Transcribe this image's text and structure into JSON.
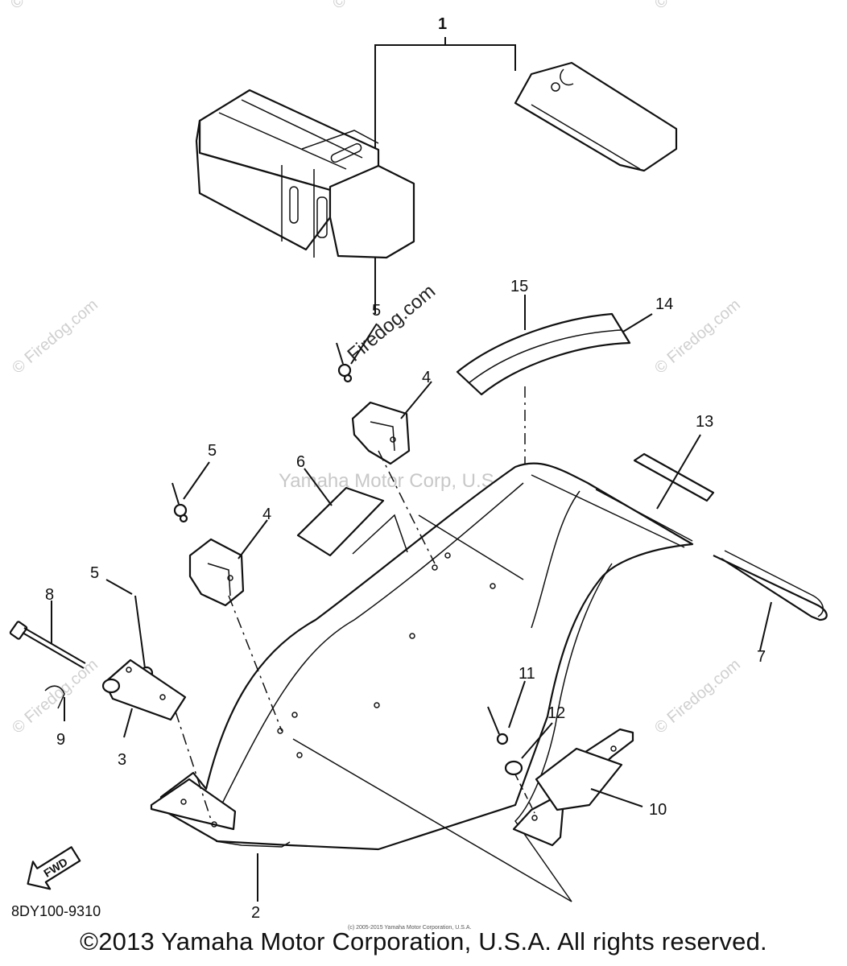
{
  "diagram": {
    "code": "8DY100-9310",
    "fwd_label": "FWD",
    "copyright": "©2013 Yamaha Motor Corporation, U.S.A. All rights reserved.",
    "mini_copyright": "(c) 2005-2015 Yamaha Motor Corporation, U.S.A.",
    "watermark_center": "Yamaha Motor Corp, U.S.A",
    "watermark_firedog": "© Firedog.com",
    "watermark_firedog_short": "Firedog.com",
    "callouts": [
      "1",
      "2",
      "3",
      "4",
      "4",
      "5",
      "5",
      "5",
      "6",
      "7",
      "8",
      "9",
      "10",
      "11",
      "12",
      "13",
      "14",
      "15"
    ]
  },
  "colors": {
    "line": "#111111",
    "watermark": "#cfcfcf",
    "background": "#ffffff"
  }
}
